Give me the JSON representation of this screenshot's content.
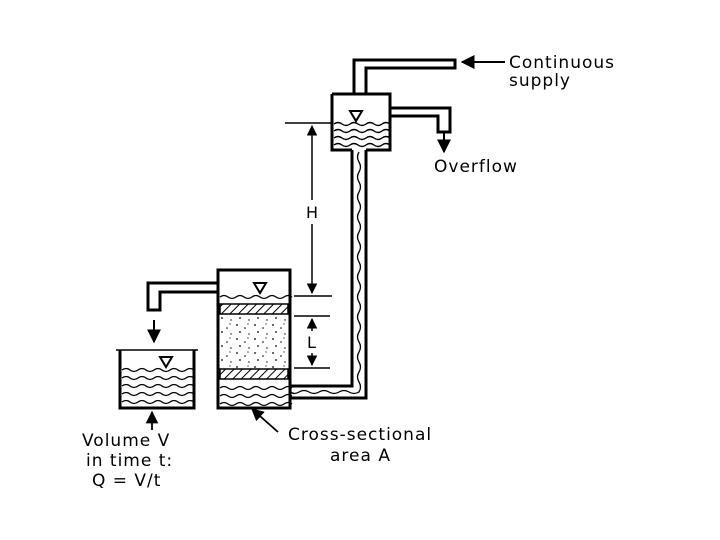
{
  "labels": {
    "supply_line1": "Continuous",
    "supply_line2": "supply",
    "overflow": "Overflow",
    "head": "H",
    "length": "L",
    "volume_line1": "Volume V",
    "volume_line2": "in time t:",
    "volume_line3": "Q = V/t",
    "area_line1": "Cross-sectional",
    "area_line2": "area A"
  }
}
